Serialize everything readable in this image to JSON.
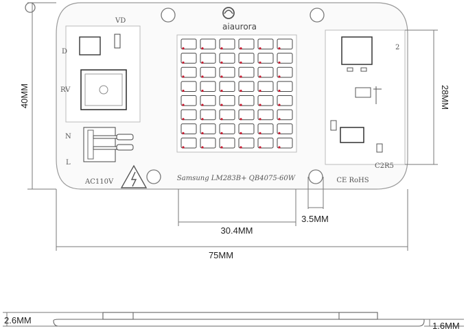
{
  "board": {
    "brand": "aiaurora",
    "print_line": "Samsung LM283B+ QB4075-60W",
    "voltage": "AC110V",
    "cert": "CE RoHS",
    "labels": {
      "vd": "VD",
      "d": "D",
      "rv": "RV",
      "n": "N",
      "l": "L",
      "c2r5": "C2R5",
      "two": "2"
    }
  },
  "dimensions": {
    "height": "40MM",
    "width": "75MM",
    "led_array": "30.4MM",
    "hole": "3.5MM",
    "panel_height": "28MM",
    "total_thickness": "2.6MM",
    "board_thickness": "1.6MM"
  },
  "led_grid": {
    "rows": 8,
    "cols": 6,
    "color": "#c81a30"
  }
}
